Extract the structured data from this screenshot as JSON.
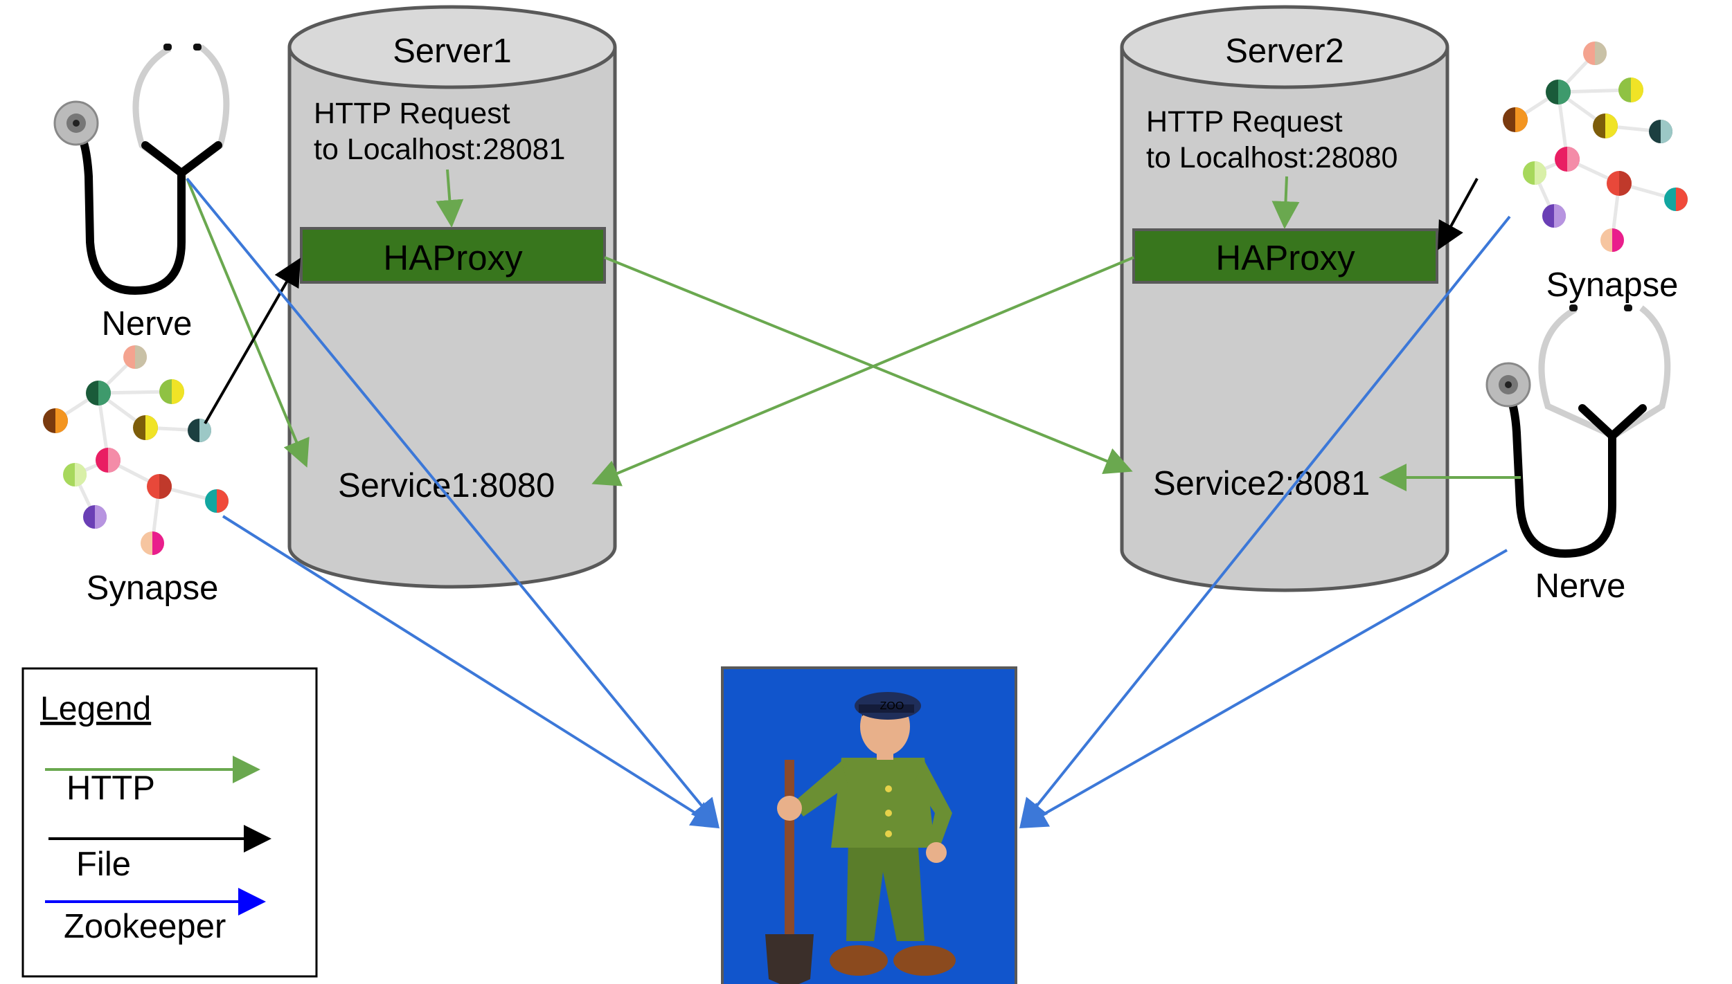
{
  "servers": [
    {
      "name": "Server1",
      "request_line1": "HTTP Request",
      "request_line2": "to Localhost:28081",
      "proxy": "HAProxy",
      "service": "Service1:8080"
    },
    {
      "name": "Server2",
      "request_line1": "HTTP Request",
      "request_line2": "to Localhost:28080",
      "proxy": "HAProxy",
      "service": "Service2:8081"
    }
  ],
  "agents": {
    "left_nerve": "Nerve",
    "left_synapse": "Synapse",
    "right_synapse": "Synapse",
    "right_nerve": "Nerve"
  },
  "legend": {
    "title": "Legend",
    "items": [
      {
        "label": "HTTP",
        "color": "#6aa84f"
      },
      {
        "label": "File",
        "color": "#000000"
      },
      {
        "label": "Zookeeper",
        "color": "#0000ff"
      }
    ]
  },
  "colors": {
    "http": "#6aa84f",
    "file": "#000000",
    "zookeeper": "#3c78d8",
    "cylinder": "#cccccc",
    "proxy": "#38761d",
    "zoo_bg": "#1155cc"
  },
  "icons": {
    "nerve": "stethoscope-icon",
    "synapse": "network-nodes-icon",
    "zookeeper": "zookeeper-mascot-icon"
  }
}
